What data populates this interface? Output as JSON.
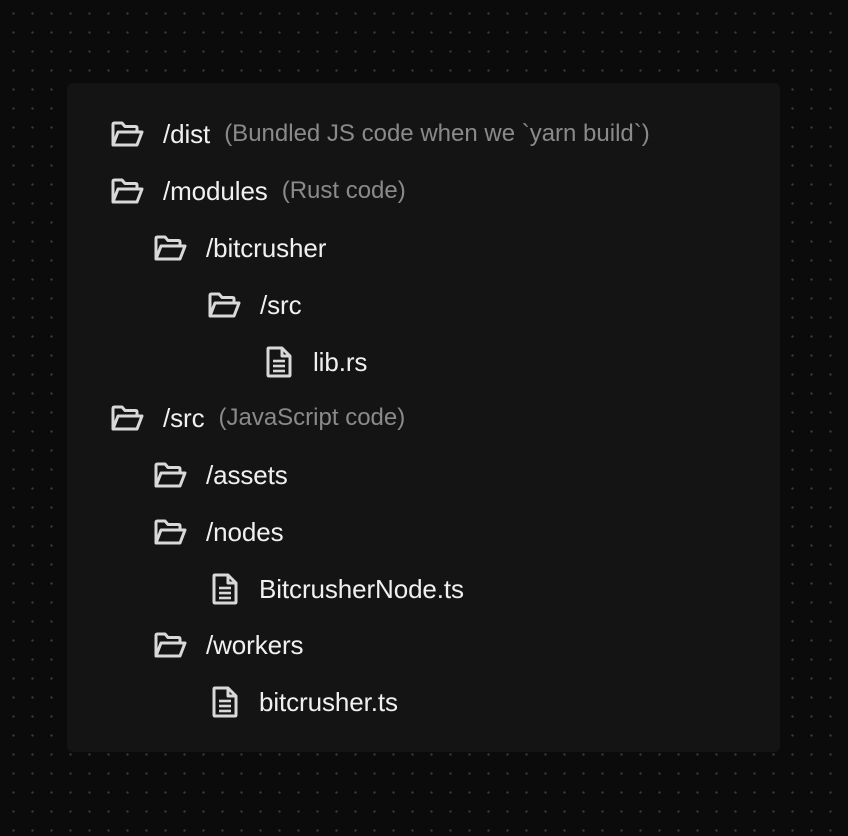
{
  "colors": {
    "background": "#0b0b0b",
    "panel": "#141414",
    "text": "#f0f0f0",
    "note": "#8a8a8a",
    "icon": "#d9d9d9"
  },
  "tree": [
    {
      "icon": "folder-open-icon",
      "name": "/dist",
      "note": "(Bundled JS code when we `yarn build`)",
      "depth": 0
    },
    {
      "icon": "folder-open-icon",
      "name": "/modules",
      "note": "(Rust code)",
      "depth": 0
    },
    {
      "icon": "folder-open-icon",
      "name": "/bitcrusher",
      "note": "",
      "depth": 1
    },
    {
      "icon": "folder-open-icon",
      "name": "/src",
      "note": "",
      "depth": 2
    },
    {
      "icon": "file-icon",
      "name": "lib.rs",
      "note": "",
      "depth": 3
    },
    {
      "icon": "folder-open-icon",
      "name": "/src",
      "note": "(JavaScript code)",
      "depth": 0
    },
    {
      "icon": "folder-open-icon",
      "name": "/assets",
      "note": "",
      "depth": 1
    },
    {
      "icon": "folder-open-icon",
      "name": "/nodes",
      "note": "",
      "depth": 1
    },
    {
      "icon": "file-icon",
      "name": "BitcrusherNode.ts",
      "note": "",
      "depth": 2
    },
    {
      "icon": "folder-open-icon",
      "name": "/workers",
      "note": "",
      "depth": 1
    },
    {
      "icon": "file-icon",
      "name": "bitcrusher.ts",
      "note": "",
      "depth": 2
    }
  ]
}
